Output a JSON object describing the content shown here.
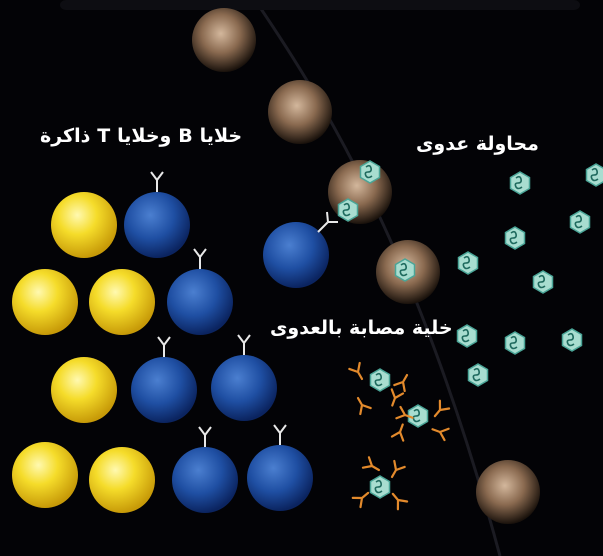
{
  "labels": {
    "memory_cells": "خلايا B وخلايا T ذاكرة",
    "infection_attempt": "محاولة عدوى",
    "infected_cell": "خلية مصابة بالعدوى"
  },
  "colors": {
    "background": "#030306",
    "memory_cell_yellow": "#f2d31e",
    "b_cell_blue": "#1f4fa3",
    "infected_cell_brown": "#8a6a50",
    "virus_teal": "#a8ddd0",
    "antibody_orange": "#e38a2c",
    "receptor_white": "#e8e8e8"
  },
  "icons": {
    "memory_cell": "yellow-sphere",
    "b_cell": "blue-sphere-with-receptor",
    "infected_cell": "brown-sphere",
    "virus": "teal-hexagon",
    "antibody": "orange-y-shape"
  }
}
